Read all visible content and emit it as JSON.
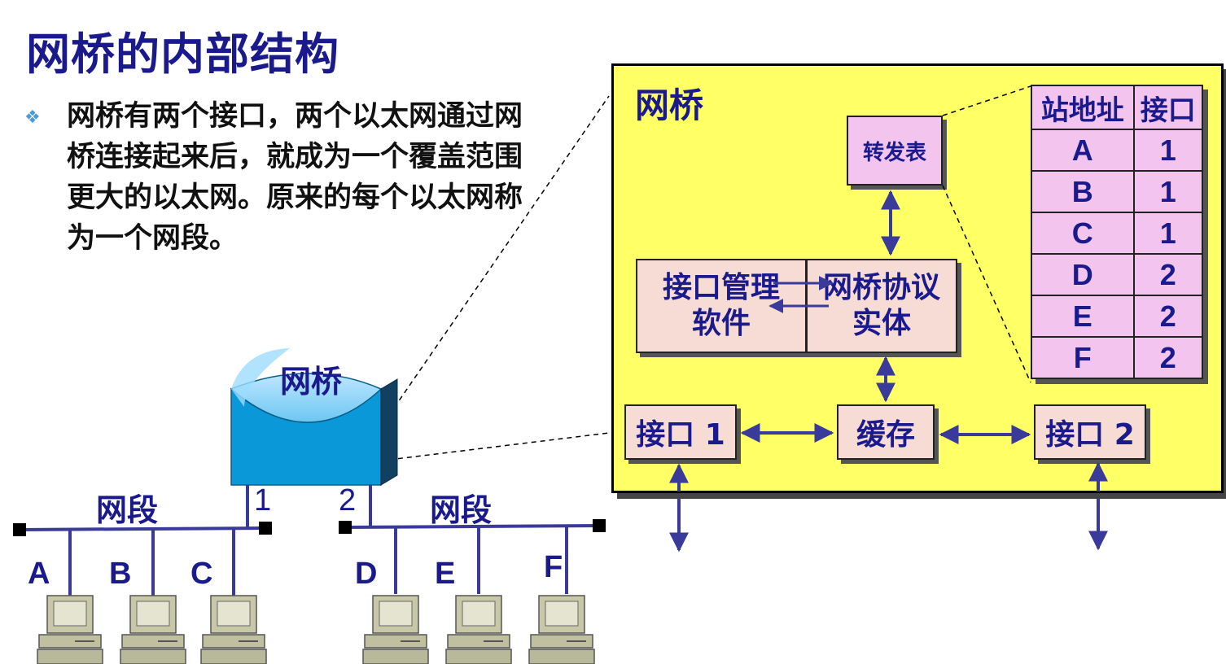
{
  "title": "网桥的内部结构",
  "bullet": {
    "icon": "diamond-bullet-icon",
    "text": "网桥有两个接口，两个以太网通过网桥连接起来后，就成为一个覆盖范围更大的以太网。原来的每个以太网称为一个网段。"
  },
  "bridge_label": "网桥",
  "segments": {
    "left": {
      "label": "网段",
      "port": "1",
      "hosts": [
        "A",
        "B",
        "C"
      ]
    },
    "right": {
      "label": "网段",
      "port": "2",
      "hosts": [
        "D",
        "E",
        "F"
      ]
    }
  },
  "internal": {
    "title": "网桥",
    "forwarding_table_label": "转发表",
    "mgmt_software": "接口管理软件",
    "protocol_entity": "网桥协议实体",
    "port1": "接口 1",
    "buffer": "缓存",
    "port2": "接口 2"
  },
  "table": {
    "headers": [
      "站地址",
      "接口"
    ],
    "rows": [
      [
        "A",
        "1"
      ],
      [
        "B",
        "1"
      ],
      [
        "C",
        "1"
      ],
      [
        "D",
        "2"
      ],
      [
        "E",
        "2"
      ],
      [
        "F",
        "2"
      ]
    ]
  },
  "colors": {
    "title": "#1a1a8c",
    "box_yellow": "#ffff66",
    "pink": "#f2c4ee",
    "tan": "#f7dcd6",
    "line": "#3a3a9a",
    "bridge_body": "#0a98d8"
  }
}
